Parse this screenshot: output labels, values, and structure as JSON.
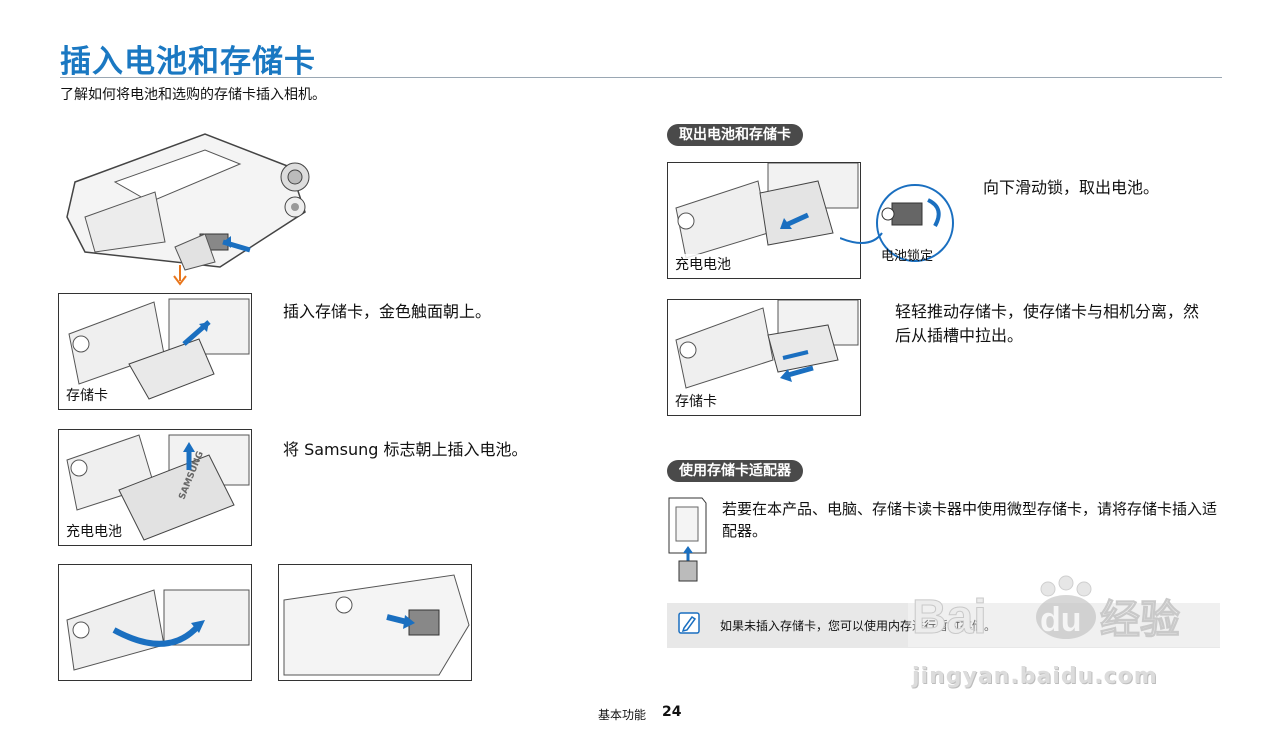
{
  "header": {
    "title": "插入电池和存储卡",
    "subtitle": "了解如何将电池和选购的存储卡插入相机。"
  },
  "left": {
    "step1_caption": "插入存储卡，金色触面朝上。",
    "step1_label": "存储卡",
    "step2_caption": "将 Samsung 标志朝上插入电池。",
    "step2_label": "充电电池",
    "battery_brand": "SAMSUNG"
  },
  "right": {
    "section1_pill": "取出电池和存储卡",
    "remove_battery_caption": "向下滑动锁，取出电池。",
    "remove_battery_label": "充电电池",
    "battery_lock_label": "电池锁定",
    "remove_card_caption": "轻轻推动存储卡，使存储卡与相机分离，然后从插槽中拉出。",
    "remove_card_label": "存储卡",
    "section2_pill": "使用存储卡适配器",
    "adapter_caption": "若要在本产品、电脑、存储卡读卡器中使用微型存储卡，请将存储卡插入适配器。",
    "note_text": "如果未插入存储卡，您可以使用内存进行暂时存储。"
  },
  "footer": {
    "section": "基本功能",
    "page_number": "24"
  },
  "watermark": {
    "brand": "Bai du 经验",
    "url": "jingyan.baidu.com"
  },
  "colors": {
    "title": "#1a78c2",
    "arrow_blue": "#1a6fc0",
    "arrow_orange": "#e8761c",
    "pill_bg": "#4a4a4a",
    "note_bg": "#e8e8e8"
  },
  "icons": [
    "camera-illustration",
    "down-arrow-icon",
    "memo-note-icon",
    "sd-adapter-icon"
  ]
}
